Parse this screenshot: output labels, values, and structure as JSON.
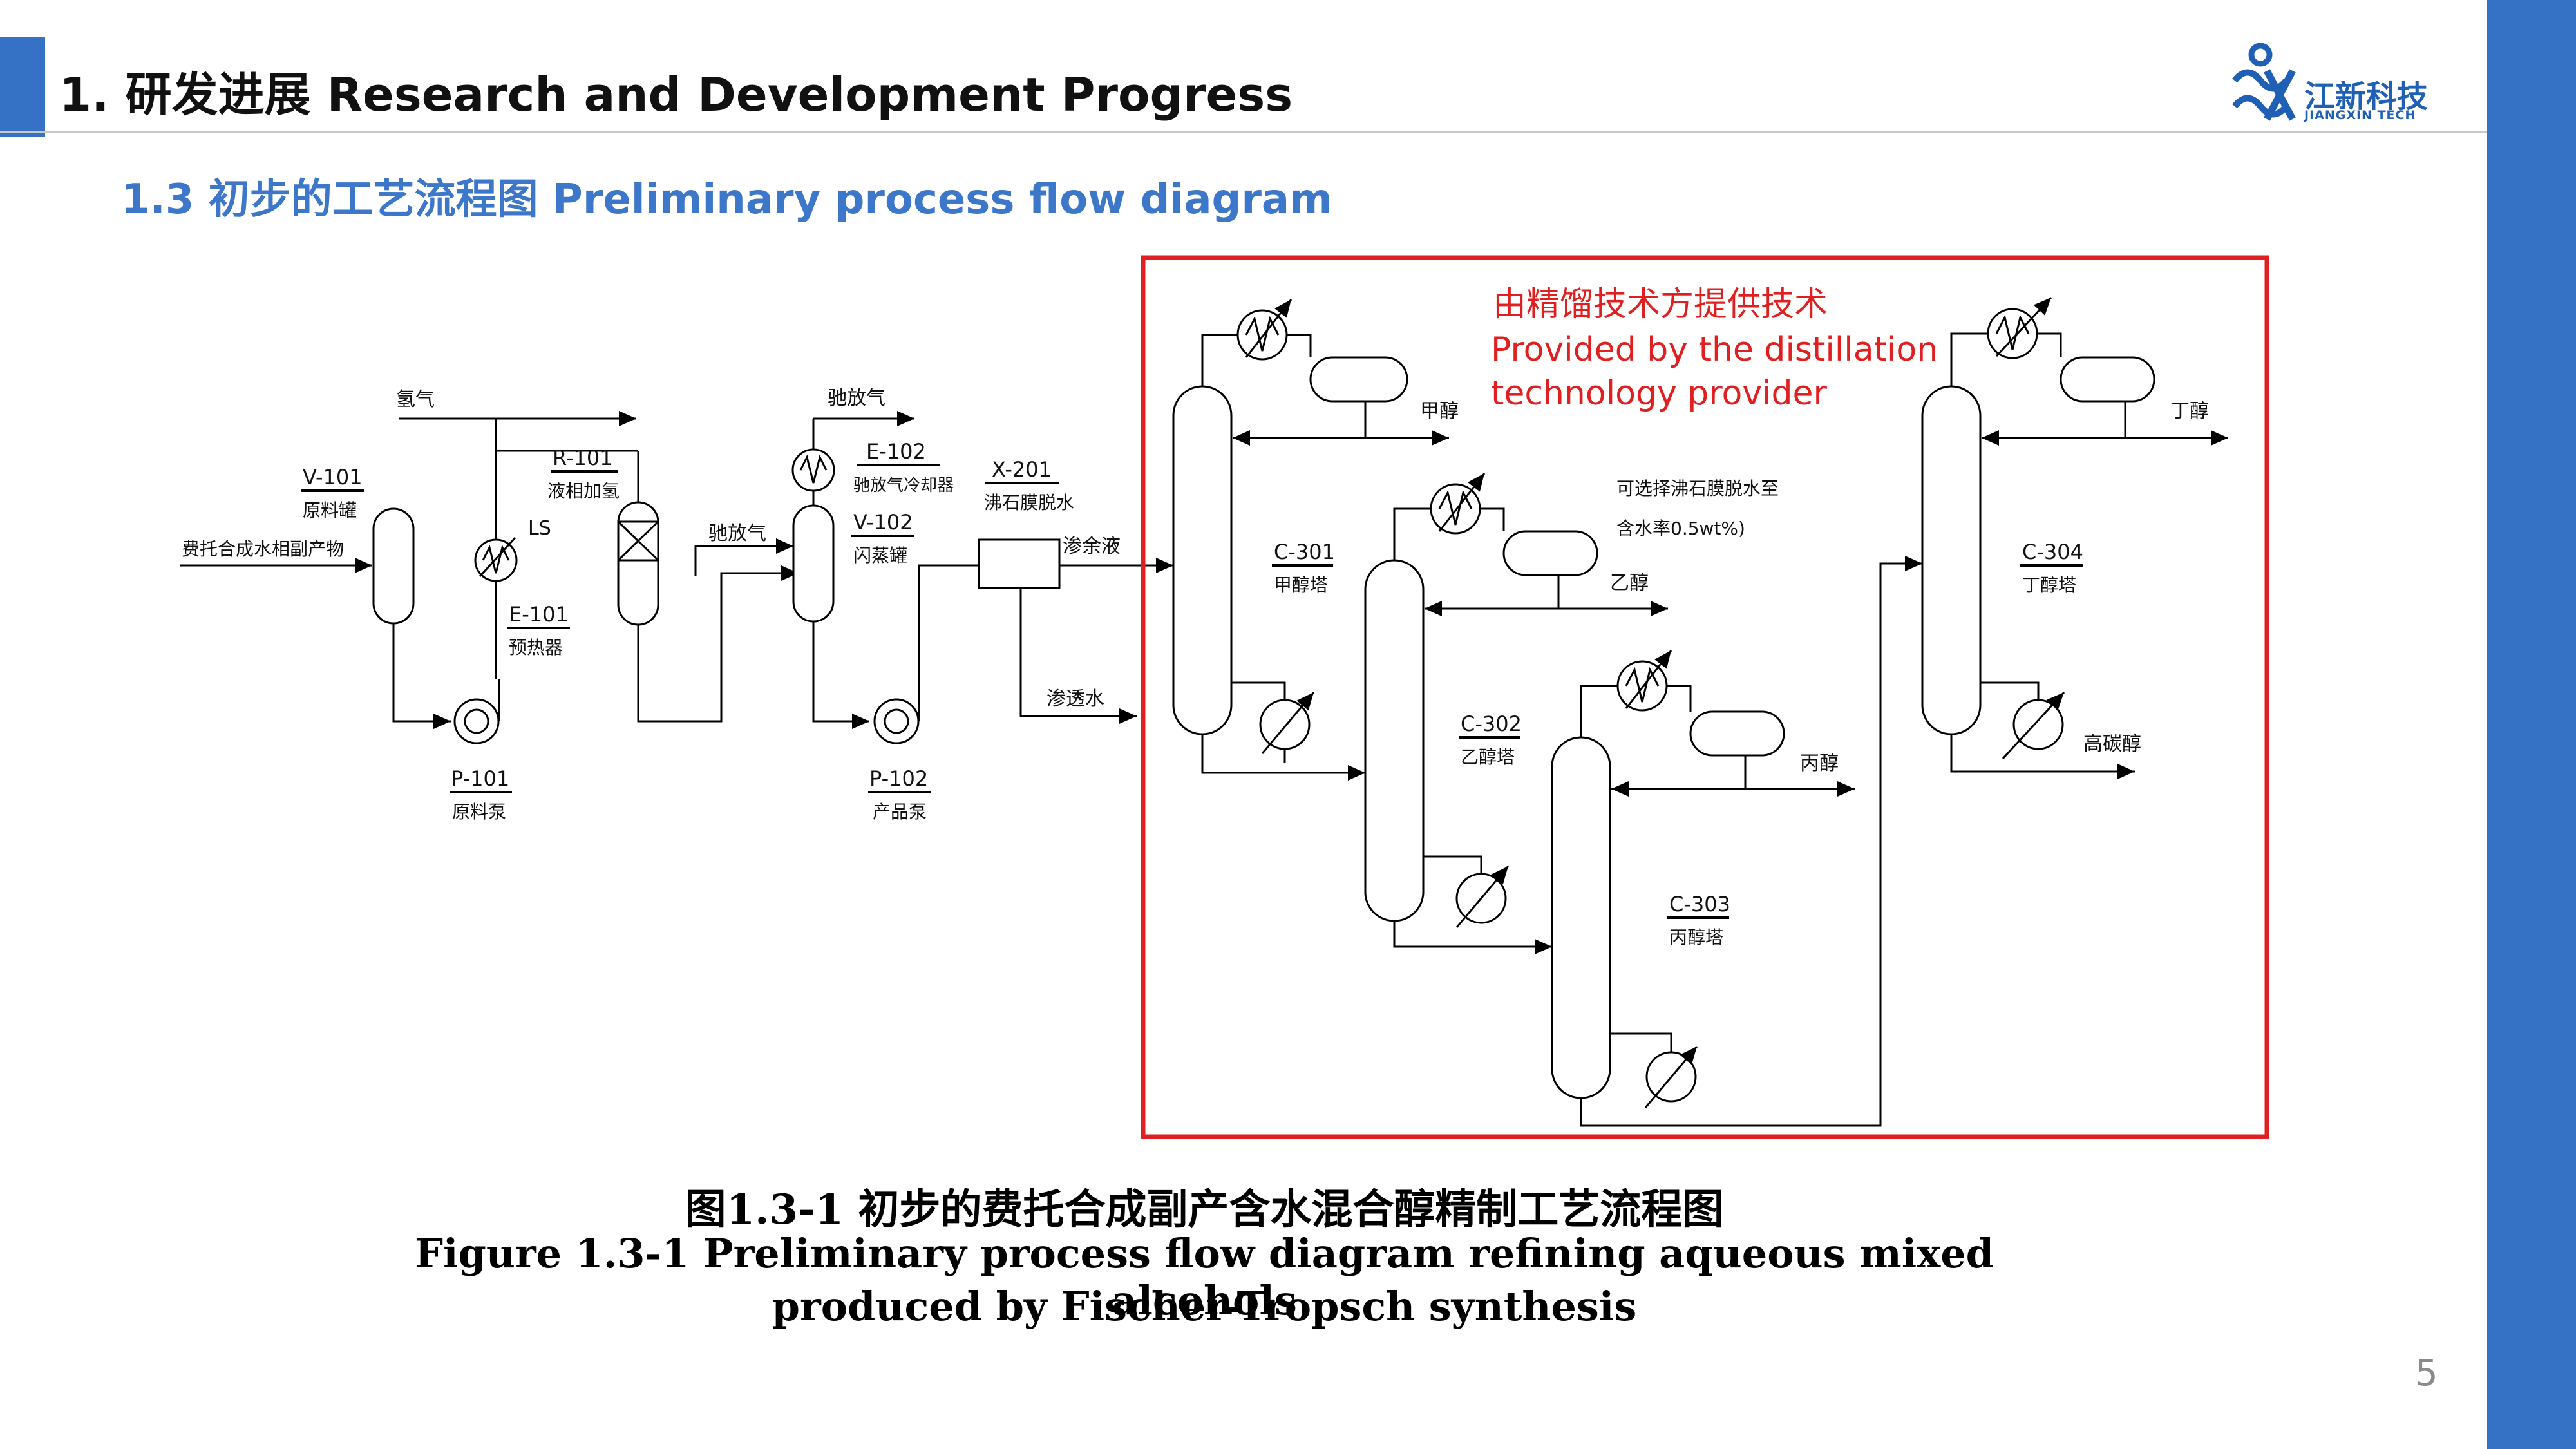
{
  "header": {
    "title": "1. 研发进展 Research and Development Progress",
    "section_title": "1.3 初步的工艺流程图 Preliminary process flow diagram",
    "logo_text": "江新科技",
    "logo_subtext": "JIANGXIN TECH"
  },
  "diagram": {
    "labels": {
      "hydrogen": "氢气",
      "purge_gas_top": "驰放气",
      "purge_gas_mid": "驰放气",
      "feed_stream": "费托合成水相副产物",
      "ls": "LS",
      "raffinate": "渗余液",
      "permeate": "渗透水",
      "methanol": "甲醇",
      "ethanol": "乙醇",
      "propanol": "丙醇",
      "butanol": "丁醇",
      "higher_alcohols": "高碳醇",
      "zeolite_note_1": "可选择沸石膜脱水至",
      "zeolite_note_2": "含水率0.5wt%)"
    },
    "equipment": [
      {
        "tag": "V-101",
        "name": "原料罐"
      },
      {
        "tag": "R-101",
        "name": "液相加氢"
      },
      {
        "tag": "E-101",
        "name": "预热器"
      },
      {
        "tag": "E-102",
        "name": "驰放气冷却器"
      },
      {
        "tag": "V-102",
        "name": "闪蒸罐"
      },
      {
        "tag": "X-201",
        "name": "沸石膜脱水"
      },
      {
        "tag": "P-101",
        "name": "原料泵"
      },
      {
        "tag": "P-102",
        "name": "产品泵"
      },
      {
        "tag": "C-301",
        "name": "甲醇塔"
      },
      {
        "tag": "C-302",
        "name": "乙醇塔"
      },
      {
        "tag": "C-303",
        "name": "丙醇塔"
      },
      {
        "tag": "C-304",
        "name": "丁醇塔"
      }
    ],
    "highlight_box": {
      "line1": "由精馏技术方提供技术",
      "line2": "Provided by the distillation",
      "line3": "technology provider",
      "color": "#e02020"
    }
  },
  "caption": {
    "cn": "图1.3-1 初步的费托合成副产含水混合醇精制工艺流程图",
    "en_line1": "Figure 1.3-1 Preliminary process flow diagram refining aqueous mixed alcohols",
    "en_line2": "produced by Fischer-Tropsch synthesis"
  },
  "page_number": "5",
  "colors": {
    "accent": "#3572c6",
    "section": "#3d77c9",
    "highlight": "#e02020"
  }
}
